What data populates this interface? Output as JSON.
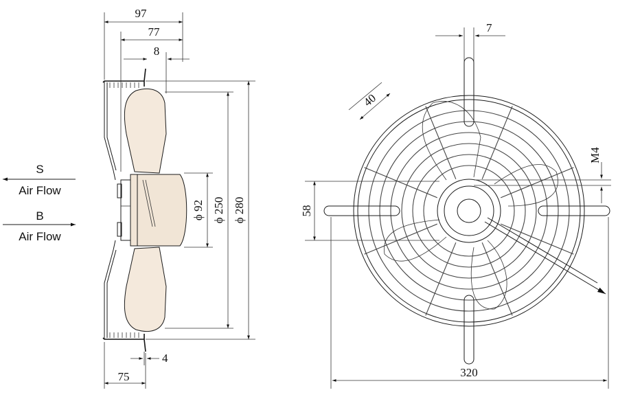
{
  "side_view": {
    "dims": {
      "d97": "97",
      "d77": "77",
      "d8": "8",
      "d4": "4",
      "d75": "75",
      "dia92": "ϕ 92",
      "dia250": "ϕ 250",
      "dia280": "ϕ 280"
    },
    "airflow": {
      "s_letter": "S",
      "s_label": "Air Flow",
      "b_letter": "B",
      "b_label": "Air Flow"
    }
  },
  "front_view": {
    "dims": {
      "d7": "7",
      "d40": "40",
      "m4": "M4",
      "d58": "58",
      "d320": "320"
    }
  },
  "colors": {
    "line": "#1a1a1a",
    "blade_fill": "#f4e9dc",
    "motor_fill": "#f1e5d6",
    "background": "#ffffff"
  }
}
